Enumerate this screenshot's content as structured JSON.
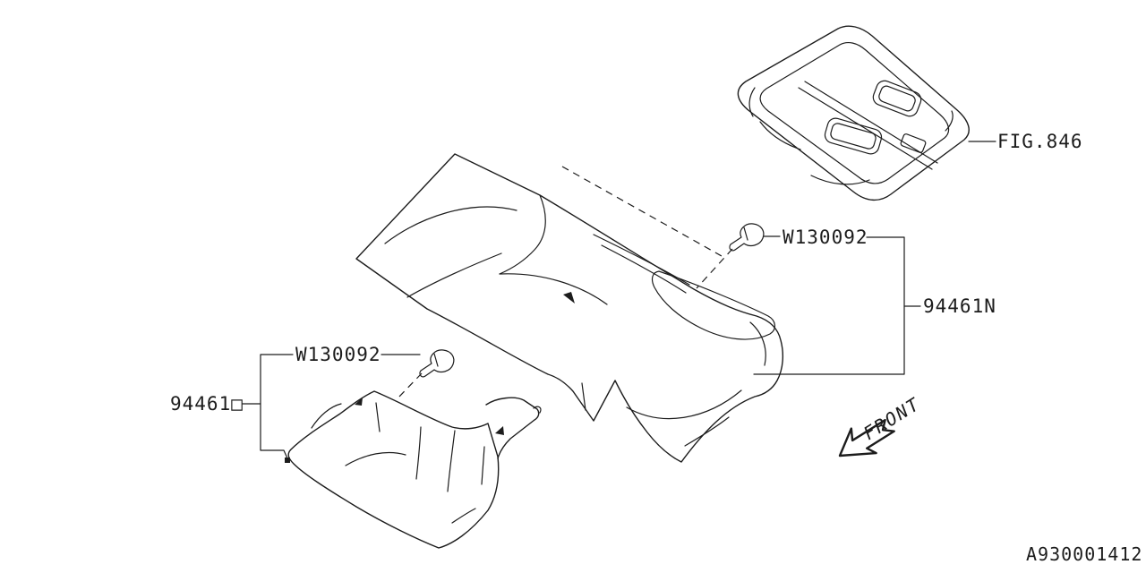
{
  "diagram": {
    "fig_reference": "FIG.846",
    "part_labels": {
      "main_panel": "94461N",
      "lower_panel": "94461□",
      "clip_upper": "W130092",
      "clip_lower": "W130092"
    },
    "front_indicator": "FRONT",
    "drawing_number": "A930001412",
    "colors": {
      "background": "#ffffff",
      "line": "#1c1c1c"
    }
  }
}
